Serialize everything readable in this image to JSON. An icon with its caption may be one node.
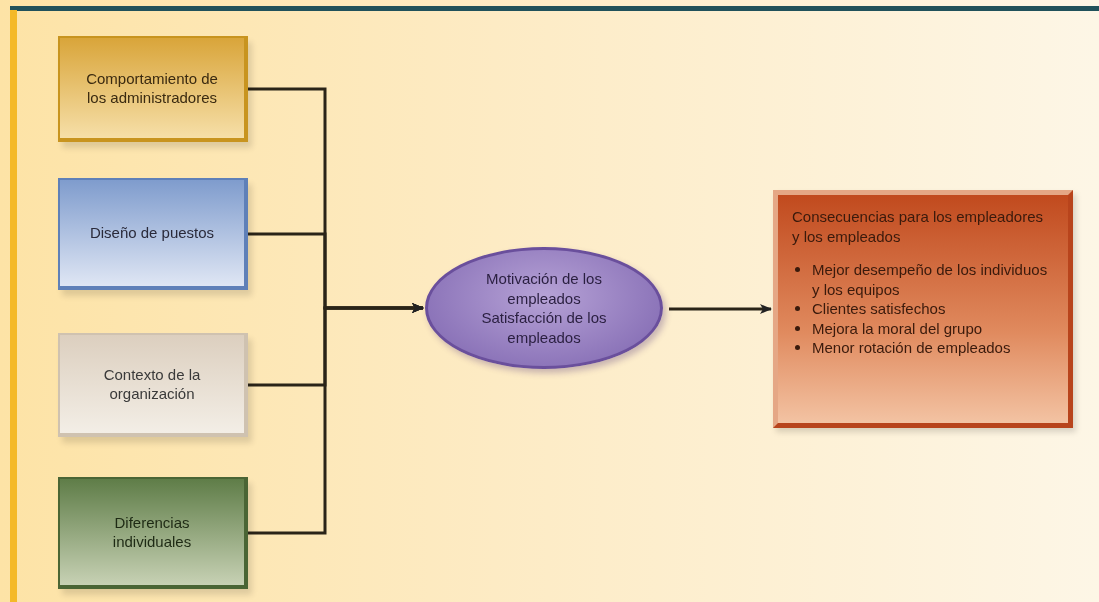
{
  "diagram": {
    "nodes": [
      {
        "text": [
          "Comportamiento de los administradores"
        ]
      },
      {
        "text": [
          "Diseño de puestos"
        ]
      },
      {
        "text": [
          "Contexto de la organización"
        ]
      },
      {
        "text": [
          "Diferencias individuales"
        ]
      },
      {
        "text": [
          "Motivación de los empleados",
          "Satisfacción de los empleados"
        ]
      },
      {
        "text": [
          "Consecuencias para los empleadores y los empleados",
          "Mejor desempeño de los individuos y los equipos",
          "Clientes satisfechos",
          "Mejora la moral del grupo",
          "Menor rotación de empleados"
        ]
      }
    ],
    "edges": [
      {
        "from": 0,
        "to": 4,
        "arrow": "to"
      },
      {
        "from": 1,
        "to": 4,
        "arrow": "to"
      },
      {
        "from": 2,
        "to": 4,
        "arrow": "to"
      },
      {
        "from": 3,
        "to": 4,
        "arrow": "to"
      },
      {
        "from": 4,
        "to": 5,
        "arrow": "to"
      }
    ]
  }
}
